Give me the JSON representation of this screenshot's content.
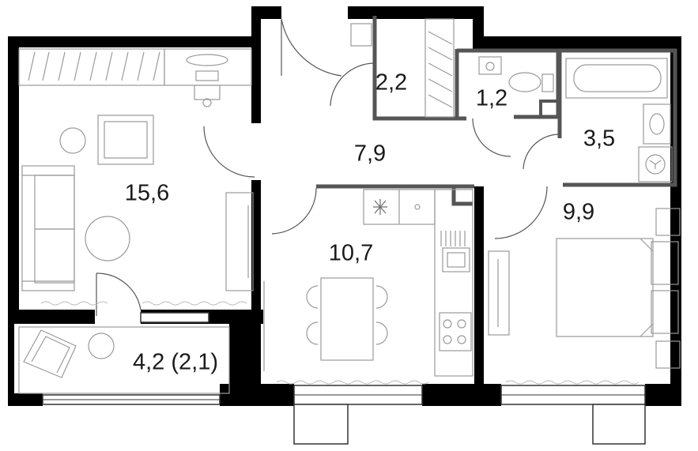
{
  "rooms": [
    {
      "id": "living",
      "area": "15,6"
    },
    {
      "id": "storage",
      "area": "2,2"
    },
    {
      "id": "wc",
      "area": "1,2"
    },
    {
      "id": "hall",
      "area": "7,9"
    },
    {
      "id": "bathroom",
      "area": "3,5"
    },
    {
      "id": "kitchen",
      "area": "10,7"
    },
    {
      "id": "bedroom",
      "area": "9,9"
    },
    {
      "id": "loggia",
      "area": "4,2 (2,1)"
    }
  ],
  "colors": {
    "wall": "#000000",
    "partition": "#555555",
    "furniture": "#9a9a9a",
    "label": "#1a1a1a"
  }
}
